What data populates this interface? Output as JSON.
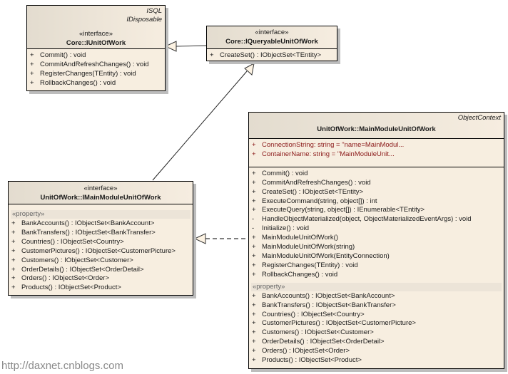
{
  "classes": {
    "iunitofwork": {
      "tags": [
        "ISQL",
        "IDisposable"
      ],
      "stereotype": "«interface»",
      "name": "Core::IUnitOfWork",
      "operations": [
        {
          "vis": "+",
          "text": "Commit() : void"
        },
        {
          "vis": "+",
          "text": "CommitAndRefreshChanges() : void"
        },
        {
          "vis": "+",
          "text": "RegisterChanges(TEntity) : void"
        },
        {
          "vis": "+",
          "text": "RollbackChanges() : void"
        }
      ]
    },
    "iqueryable": {
      "stereotype": "«interface»",
      "name": "Core::IQueryableUnitOfWork",
      "operations": [
        {
          "vis": "+",
          "text": "CreateSet() : IObjectSet<TEntity>"
        }
      ]
    },
    "imainmodule": {
      "stereotype": "«interface»",
      "name": "UnitOfWork::IMainModuleUnitOfWork",
      "property_tag": "«property»",
      "properties": [
        {
          "vis": "+",
          "text": "BankAccounts() : IObjectSet<BankAccount>"
        },
        {
          "vis": "+",
          "text": "BankTransfers() : IObjectSet<BankTransfer>"
        },
        {
          "vis": "+",
          "text": "Countries() : IObjectSet<Country>"
        },
        {
          "vis": "+",
          "text": "CustomerPictures() : IObjectSet<CustomerPicture>"
        },
        {
          "vis": "+",
          "text": "Customers() : IObjectSet<Customer>"
        },
        {
          "vis": "+",
          "text": "OrderDetails() : IObjectSet<OrderDetail>"
        },
        {
          "vis": "+",
          "text": "Orders() : IObjectSet<Order>"
        },
        {
          "vis": "+",
          "text": "Products() : IObjectSet<Product>"
        }
      ]
    },
    "mainmodule": {
      "tags": [
        "ObjectContext"
      ],
      "name": "UnitOfWork::MainModuleUnitOfWork",
      "attributes": [
        {
          "vis": "+",
          "text": "ConnectionString:  string = \"name=MainModul..."
        },
        {
          "vis": "+",
          "text": "ContainerName:  string = \"MainModuleUnit..."
        }
      ],
      "operations": [
        {
          "vis": "+",
          "text": "Commit() : void"
        },
        {
          "vis": "+",
          "text": "CommitAndRefreshChanges() : void"
        },
        {
          "vis": "+",
          "text": "CreateSet() : IObjectSet<TEntity>"
        },
        {
          "vis": "+",
          "text": "ExecuteCommand(string, object[]) : int"
        },
        {
          "vis": "+",
          "text": "ExecuteQuery(string, object[]) : IEnumerable<TEntity>"
        },
        {
          "vis": "-",
          "text": "HandleObjectMaterialized(object, ObjectMaterializedEventArgs) : void"
        },
        {
          "vis": "-",
          "text": "Initialize() : void"
        },
        {
          "vis": "+",
          "text": "MainModuleUnitOfWork()"
        },
        {
          "vis": "+",
          "text": "MainModuleUnitOfWork(string)"
        },
        {
          "vis": "+",
          "text": "MainModuleUnitOfWork(EntityConnection)"
        },
        {
          "vis": "+",
          "text": "RegisterChanges(TEntity) : void"
        },
        {
          "vis": "+",
          "text": "RollbackChanges() : void"
        }
      ],
      "property_tag": "«property»",
      "properties": [
        {
          "vis": "+",
          "text": "BankAccounts() : IObjectSet<BankAccount>"
        },
        {
          "vis": "+",
          "text": "BankTransfers() : IObjectSet<BankTransfer>"
        },
        {
          "vis": "+",
          "text": "Countries() : IObjectSet<Country>"
        },
        {
          "vis": "+",
          "text": "CustomerPictures() : IObjectSet<CustomerPicture>"
        },
        {
          "vis": "+",
          "text": "Customers() : IObjectSet<Customer>"
        },
        {
          "vis": "+",
          "text": "OrderDetails() : IObjectSet<OrderDetail>"
        },
        {
          "vis": "+",
          "text": "Orders() : IObjectSet<Order>"
        },
        {
          "vis": "+",
          "text": "Products() : IObjectSet<Product>"
        }
      ]
    }
  },
  "relations": [
    {
      "from": "iqueryable",
      "to": "iunitofwork",
      "kind": "generalization"
    },
    {
      "from": "imainmodule",
      "to": "iqueryable",
      "kind": "generalization"
    },
    {
      "from": "mainmodule",
      "to": "imainmodule",
      "kind": "realization"
    }
  ],
  "watermark": "http://daxnet.cnblogs.com"
}
